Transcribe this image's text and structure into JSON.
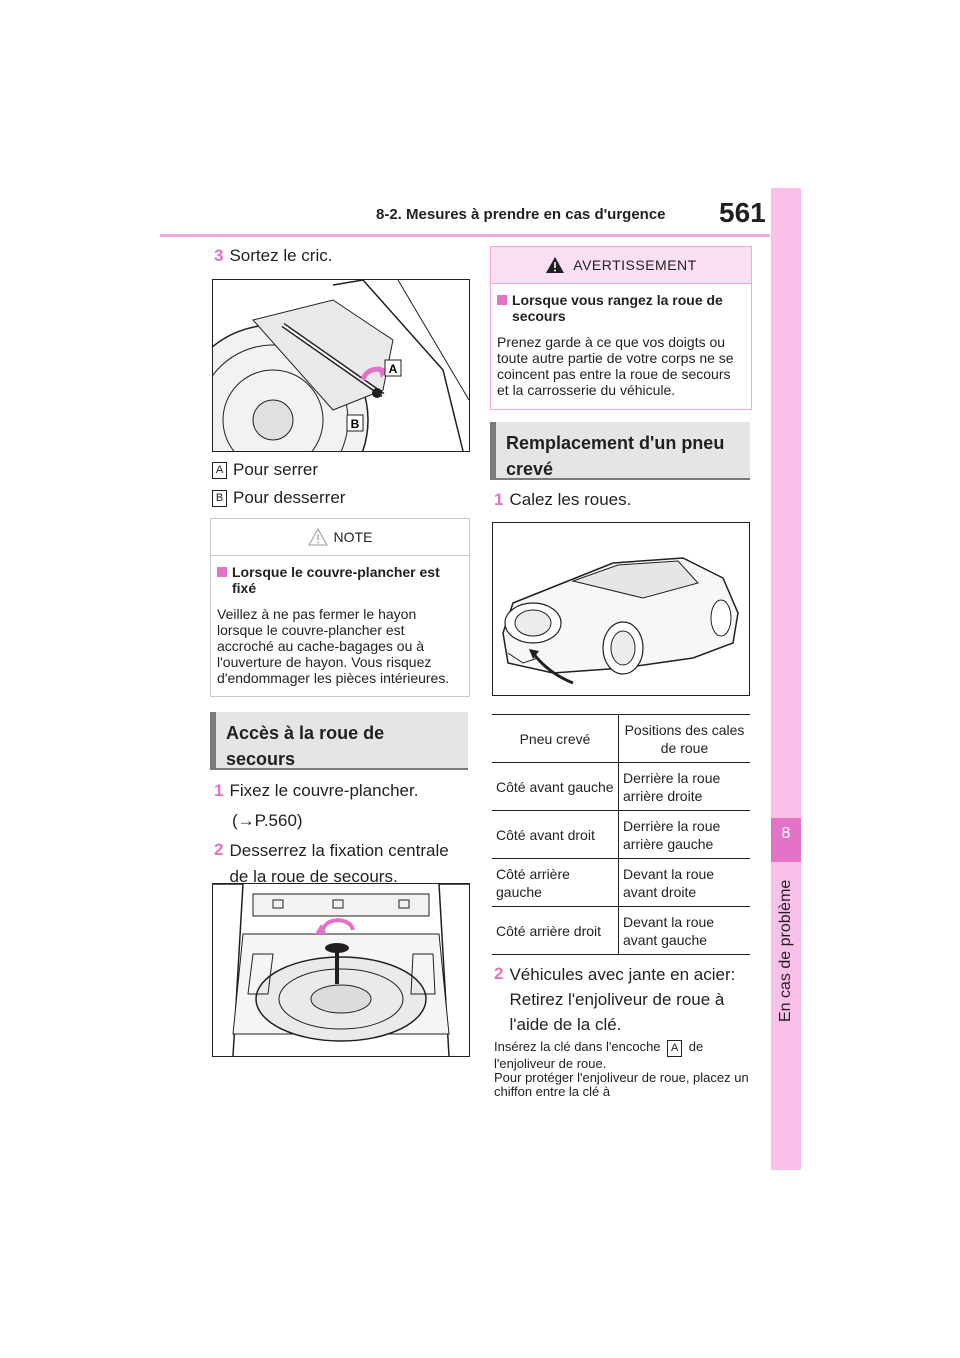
{
  "header": {
    "section": "8-2. Mesures à prendre en cas d'urgence",
    "page": "561"
  },
  "side_tab": {
    "chapter": "8",
    "label": "En cas de problème"
  },
  "left": {
    "step3": {
      "num": "3",
      "text": "Sortez le cric."
    },
    "fig1_labels": {
      "a": "A",
      "b": "B"
    },
    "legend": [
      {
        "letter": "A",
        "text": "Pour serrer"
      },
      {
        "letter": "B",
        "text": "Pour desserrer"
      }
    ],
    "note": {
      "title": "NOTE",
      "subtitle": "Lorsque le couvre-plancher est fixé",
      "body": "Veillez à ne pas fermer le hayon lorsque le couvre-plancher est accroché au cache-bagages ou à l'ouverture de hayon. Vous risquez d'endommager les pièces intérieures."
    },
    "section": "Accès à la roue de secours",
    "step1": {
      "num": "1",
      "text": "Fixez le couvre-plancher.",
      "ref": "(→P.560)"
    },
    "step2": {
      "num": "2",
      "text": "Desserrez la fixation centrale de la roue de secours."
    }
  },
  "right": {
    "warning": {
      "title": "AVERTISSEMENT",
      "subtitle": "Lorsque vous rangez la roue de secours",
      "body": "Prenez garde à ce que vos doigts ou toute autre partie de votre corps ne se coincent pas entre la roue de secours et la carrosserie du véhicule."
    },
    "section": "Remplacement d'un pneu crevé",
    "step1": {
      "num": "1",
      "text": "Calez les roues."
    },
    "table": {
      "headers": [
        "Pneu crevé",
        "Positions des cales de roue"
      ],
      "rows": [
        [
          "Côté avant gauche",
          "Derrière la roue arrière droite"
        ],
        [
          "Côté avant droit",
          "Derrière la roue arrière gauche"
        ],
        [
          "Côté arrière gauche",
          "Devant la roue avant droite"
        ],
        [
          "Côté arrière droit",
          "Devant la roue avant gauche"
        ]
      ]
    },
    "step2": {
      "num": "2",
      "text": "Véhicules avec jante en acier: Retirez l'enjoliveur de roue à l'aide de la clé."
    },
    "instruction": {
      "part1": "Insérez la clé dans l'encoche",
      "letter": "A",
      "part2": "de l'enjoliveur de roue.",
      "line2": "Pour protéger l'enjoliveur de roue, placez un chiffon entre la clé à"
    }
  }
}
